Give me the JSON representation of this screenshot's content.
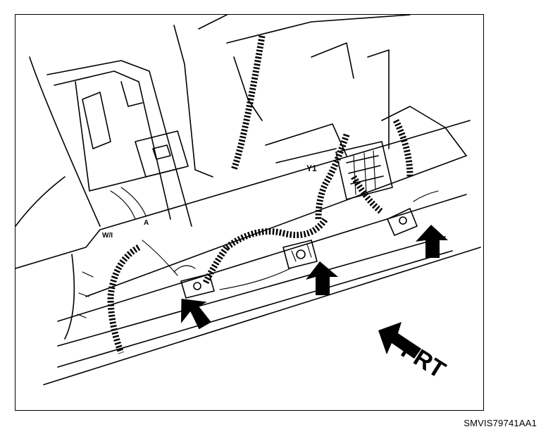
{
  "labels": {
    "front_direction": "FRT",
    "connector_y1": "Y1",
    "small_mark": "A",
    "small_mark_2": "W/I"
  },
  "figure_id": "SMVIS79741AA1",
  "colors": {
    "ink": "#000000",
    "paper": "#ffffff"
  }
}
